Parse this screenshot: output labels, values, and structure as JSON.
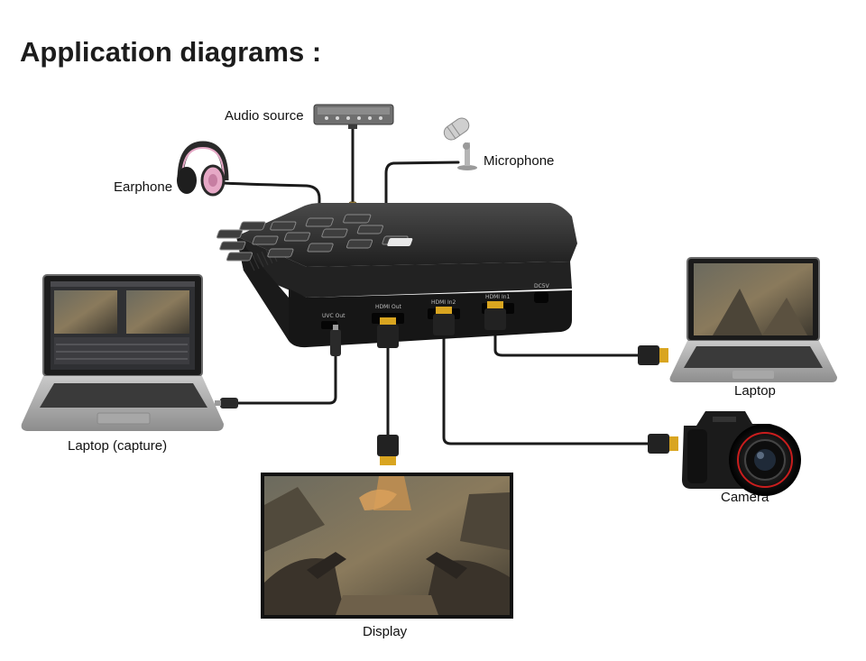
{
  "title": "Application diagrams :",
  "labels": {
    "audio_source": "Audio source",
    "microphone": "Microphone",
    "earphone": "Earphone",
    "laptop_capture": "Laptop (capture)",
    "laptop": "Laptop",
    "camera": "Camera",
    "display": "Display"
  },
  "device_ports": {
    "uvc_out": "UVC Out",
    "hdmi_out": "HDMI Out",
    "hdmi_in2": "HDMI In2",
    "hdmi_in1": "HDMI In1",
    "dc_5v": "DC5V"
  },
  "colors": {
    "cable": "#1b1b1b",
    "device_body": "#1e1e1e",
    "connector_gold": "#d9a520",
    "earphone_accent": "#e6a8c6"
  }
}
